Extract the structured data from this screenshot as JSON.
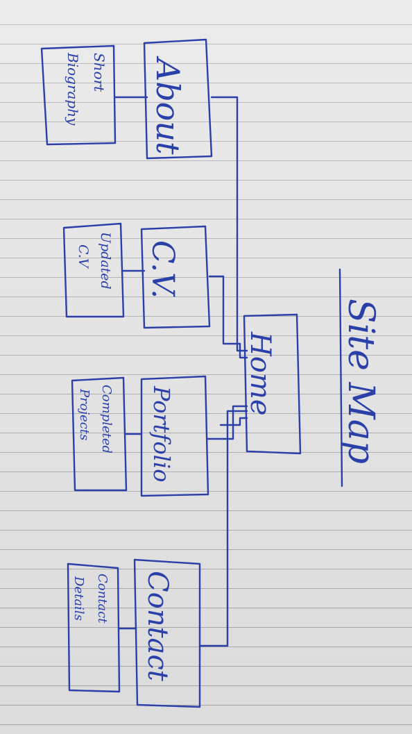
{
  "ink_color": "#2b3fa8",
  "paper_color": "#e4e4e4",
  "title": "Site Map",
  "root": {
    "label": "Home"
  },
  "pages": [
    {
      "label": "About",
      "detail": [
        "Short",
        "Biography"
      ]
    },
    {
      "label": "C.V.",
      "detail": [
        "Updated",
        "C.V"
      ]
    },
    {
      "label": "Portfolio",
      "detail": [
        "Completed",
        "Projects"
      ]
    },
    {
      "label": "Contact",
      "detail": [
        "Contact",
        "Details"
      ]
    }
  ]
}
